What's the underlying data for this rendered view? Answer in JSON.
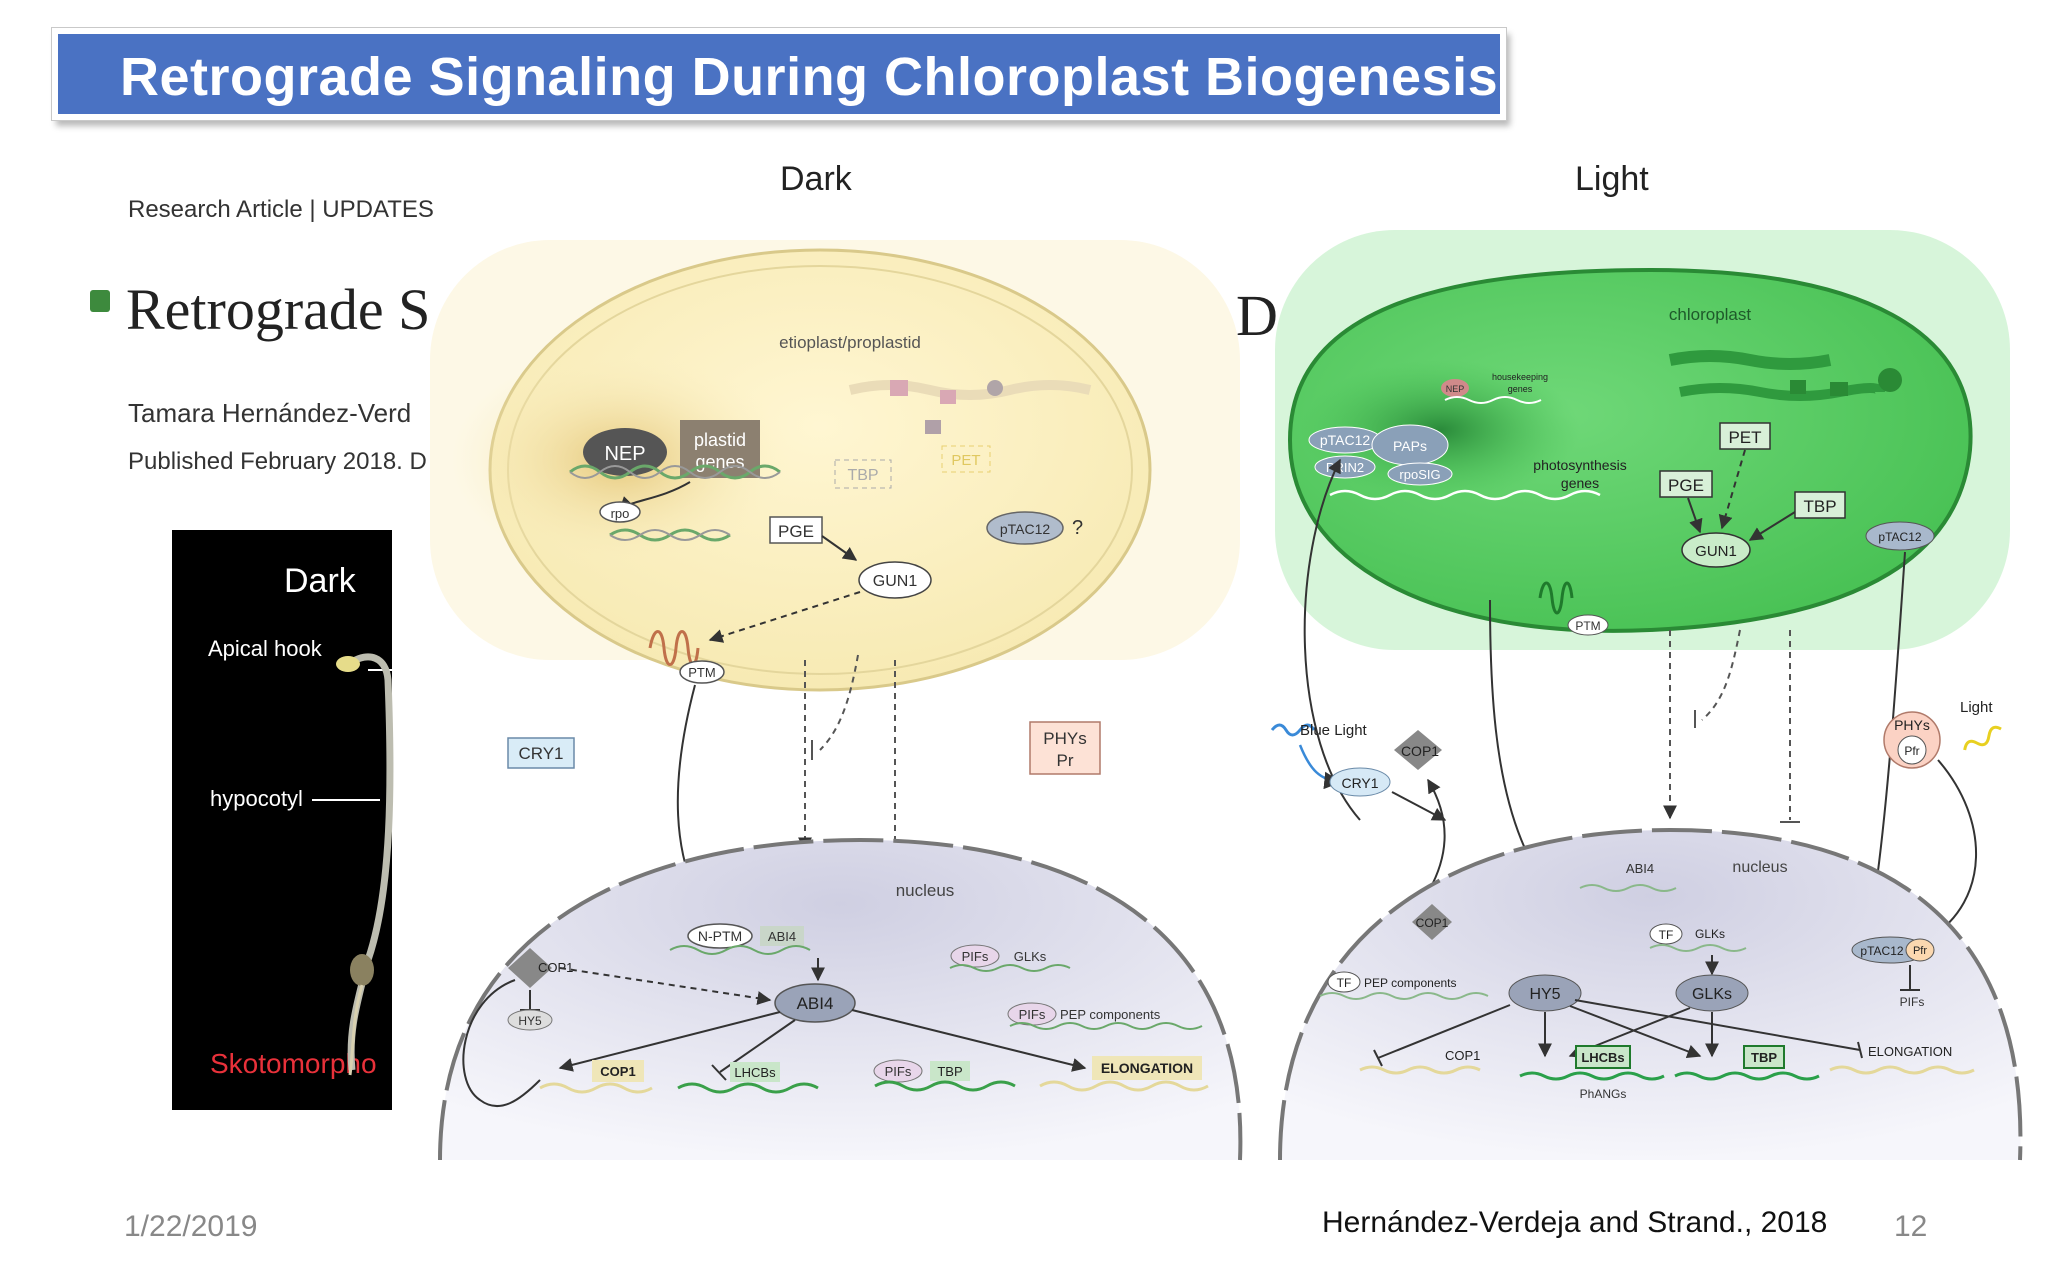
{
  "title": "Retrograde Signaling During Chloroplast Biogenesis",
  "panels": {
    "dark": "Dark",
    "light": "Light"
  },
  "paper": {
    "header": "Research Article | UPDATES",
    "title": "Retrograde S",
    "authors": "Tamara Hernández-Verd",
    "published": "Published February 2018. D",
    "peek_letter": "D"
  },
  "photo": {
    "title": "Dark",
    "apical_hook": "Apical hook",
    "hypocotyl": "hypocotyl",
    "caption": "Skotomorpho"
  },
  "dark_diagram": {
    "organelle": "etioplast/proplastid",
    "nep": "NEP",
    "plastid_genes": [
      "plastid",
      "genes"
    ],
    "rpo": "rpo",
    "tbp": "TBP",
    "pet": "PET",
    "pge": "PGE",
    "ptac12": "pTAC12",
    "question": "?",
    "gun1": "GUN1",
    "ptm": "PTM",
    "cry1": "CRY1",
    "phys": "PHYs",
    "pr": "Pr",
    "nucleus": "nucleus",
    "nptm": "N-PTM",
    "abi4_gene": "ABI4",
    "abi4": "ABI4",
    "cop1": "COP1",
    "hy5": "HY5",
    "pifs1": "PIFs",
    "glks": "GLKs",
    "pifs2": "PIFs",
    "pep_components": "PEP components",
    "cop1_gene": "COP1",
    "lhcbs": "LHCBs",
    "pifs3": "PIFs",
    "tbp_gene": "TBP",
    "elongation": "ELONGATION"
  },
  "light_diagram": {
    "organelle": "chloroplast",
    "nep": "NEP",
    "housekeeping": [
      "housekeeping",
      "genes"
    ],
    "ptac12_in": "pTAC12",
    "paps": "PAPs",
    "prin2": "PRIN2",
    "rposig": "rpoSIG",
    "photosynthesis_genes": [
      "photosynthesis",
      "genes"
    ],
    "pet": "PET",
    "pge": "PGE",
    "tbp": "TBP",
    "gun1": "GUN1",
    "ptac12": "pTAC12",
    "ptm": "PTM",
    "blue_light": "Blue Light",
    "cop1": "COP1",
    "cry1": "CRY1",
    "phys": "PHYs",
    "pfr": "Pfr",
    "light": "Light",
    "abi4_gene": "ABI4",
    "nucleus": "nucleus",
    "cop1_n": "COP1",
    "tf1": "TF",
    "glks_gene": "GLKs",
    "ptac12_n": "pTAC12",
    "pfr_n": "Pfr",
    "tf2": "TF",
    "pep_components": "PEP components",
    "hy5": "HY5",
    "glks": "GLKs",
    "pifs": "PIFs",
    "cop1_gene": "COP1",
    "lhcbs": "LHCBs",
    "phangs": "PhANGs",
    "tbp_gene": "TBP",
    "elongation": "ELONGATION"
  },
  "footer": {
    "date": "1/22/2019",
    "citation": "Hernández-Verdeja and Strand., 2018",
    "page": "12"
  },
  "colors": {
    "title_bar": "#4a72c3",
    "chloroplast": "#4cc85a",
    "etioplast": "#fbf1c6",
    "nucleus": "#dcdcec"
  }
}
